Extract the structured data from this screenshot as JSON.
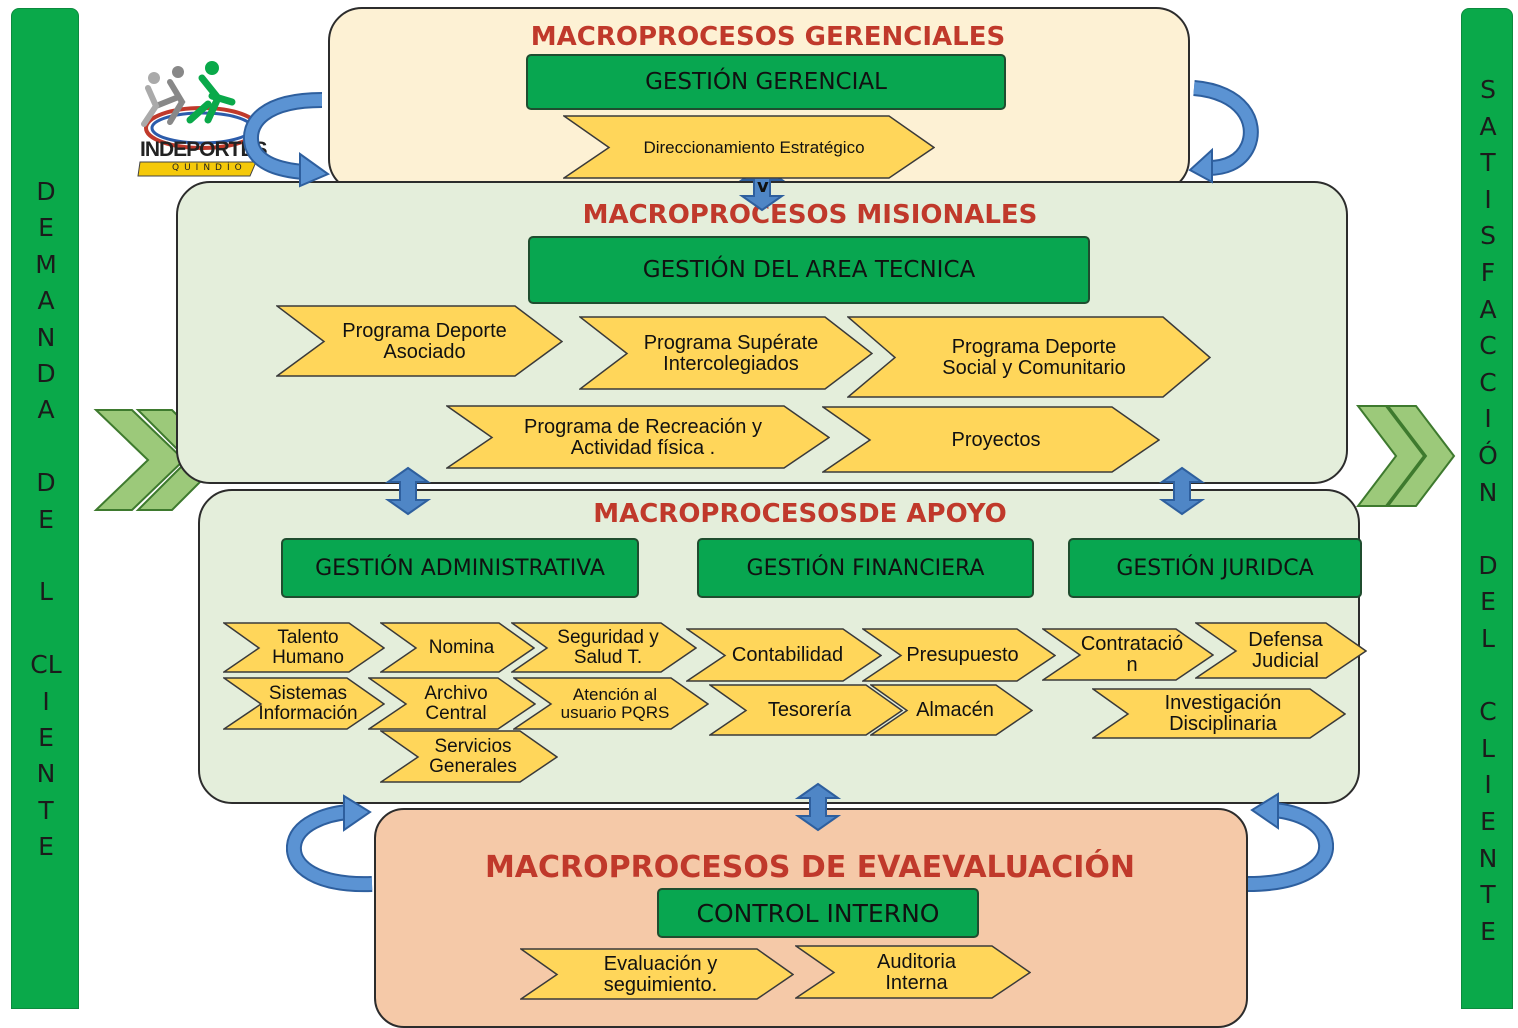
{
  "sidebars": {
    "left_letters": [
      "D",
      "E",
      "M",
      "A",
      "N",
      "D",
      "A",
      "",
      "D",
      "E",
      "",
      "L",
      "",
      "CL",
      "I",
      "E",
      "N",
      "T",
      "E"
    ],
    "right_letters": [
      "S",
      "A",
      "T",
      "I",
      "S",
      "F",
      "A",
      "C",
      "C",
      "I",
      "Ó",
      "N",
      "",
      "D",
      "E",
      "L",
      "",
      "C",
      "L",
      "I",
      "E",
      "N",
      "T",
      "E"
    ]
  },
  "logo": {
    "text": "INDEPORTES",
    "subtext": "QUINDÍO"
  },
  "gerenciales": {
    "title": "MACROPROCESOS GERENCIALES",
    "box": "GESTIÓN GERENCIAL",
    "items": [
      "Direccionamiento Estratégico"
    ]
  },
  "connector_mark": "v",
  "misionales": {
    "title": "MACROPROCESOS MISIONALES",
    "box": "GESTIÓN DEL AREA TECNICA",
    "items": [
      "Programa Deporte\nAsociado",
      "Programa Supérate\nIntercolegiados",
      "Programa Deporte\nSocial y Comunitario",
      "Programa de Recreación y\nActividad física .",
      "Proyectos"
    ]
  },
  "apoyo": {
    "title": "MACROPROCESOSDE APOYO",
    "boxes": [
      "GESTIÓN ADMINISTRATIVA",
      "GESTIÓN FINANCIERA",
      "GESTIÓN JURIDCA"
    ],
    "admin_items": [
      "Talento\nHumano",
      "Nomina",
      "Seguridad y\nSalud T.",
      "Sistemas\nInformación",
      "Archivo\nCentral",
      "Atención al\nusuario PQRS",
      "Servicios\nGenerales"
    ],
    "fin_items": [
      "Contabilidad",
      "Presupuesto",
      "Tesorería",
      "Almacén"
    ],
    "jur_items": [
      "Contratació\nn",
      "Defensa\nJudicial",
      "Investigación\nDisciplinaria"
    ]
  },
  "evaluacion": {
    "title": "MACROPROCESOS DE  EVAEVALUACIÓN",
    "box": "CONTROL INTERNO",
    "items": [
      "Evaluación y\nseguimiento.",
      "Auditoria\nInterna"
    ]
  },
  "colors": {
    "green": "#0aa94a",
    "chevron_yellow": "#ffd65a",
    "title_red": "#c0392b",
    "arrow_blue": "#4f86c6"
  }
}
